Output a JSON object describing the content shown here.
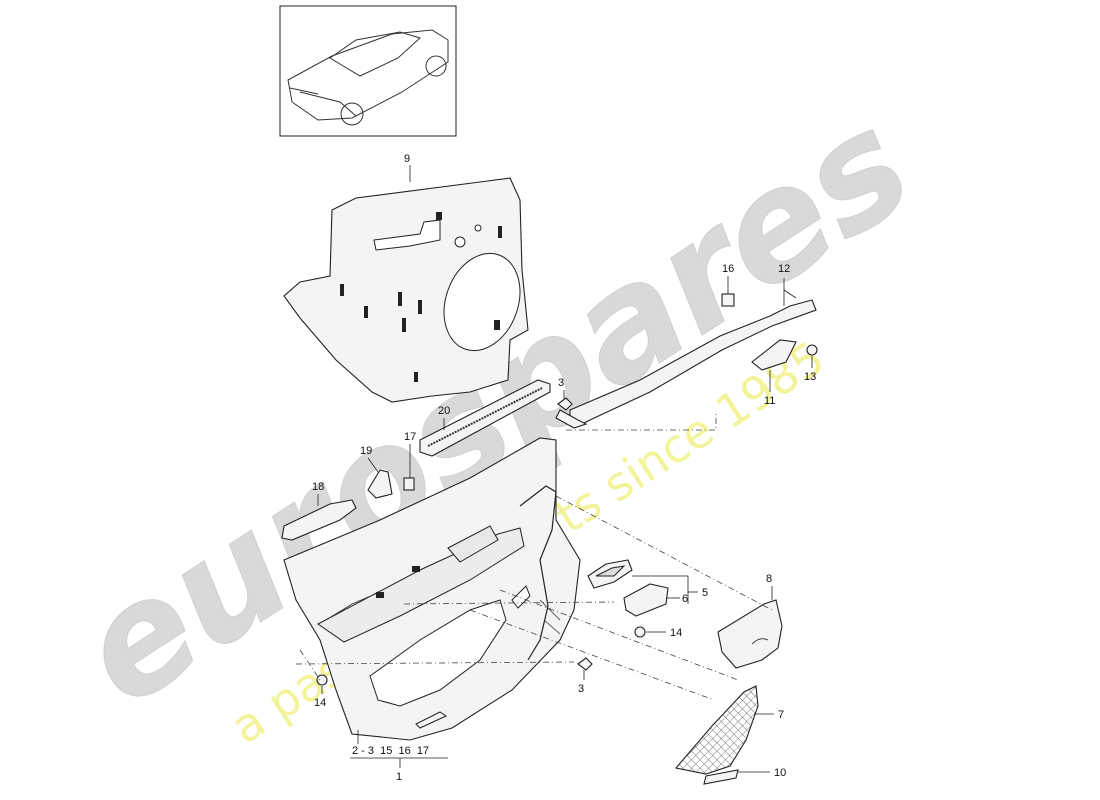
{
  "watermark": {
    "brand": "eurospares",
    "tagline": "a passion for parts since 1985",
    "brand_color": "#d9d9d9",
    "tagline_color": "#f3f39a"
  },
  "callouts": {
    "c1": "1",
    "c2_group": "2 - 3  15  16  17",
    "c3a": "3",
    "c3b": "3",
    "c5": "5",
    "c6": "6",
    "c7": "7",
    "c8": "8",
    "c9": "9",
    "c10": "10",
    "c11": "11",
    "c12": "12",
    "c13": "13",
    "c14a": "14",
    "c14b": "14",
    "c16": "16",
    "c17": "17",
    "c18": "18",
    "c19": "19",
    "c20": "20"
  },
  "icons": [
    "car-thumbnail-icon"
  ]
}
